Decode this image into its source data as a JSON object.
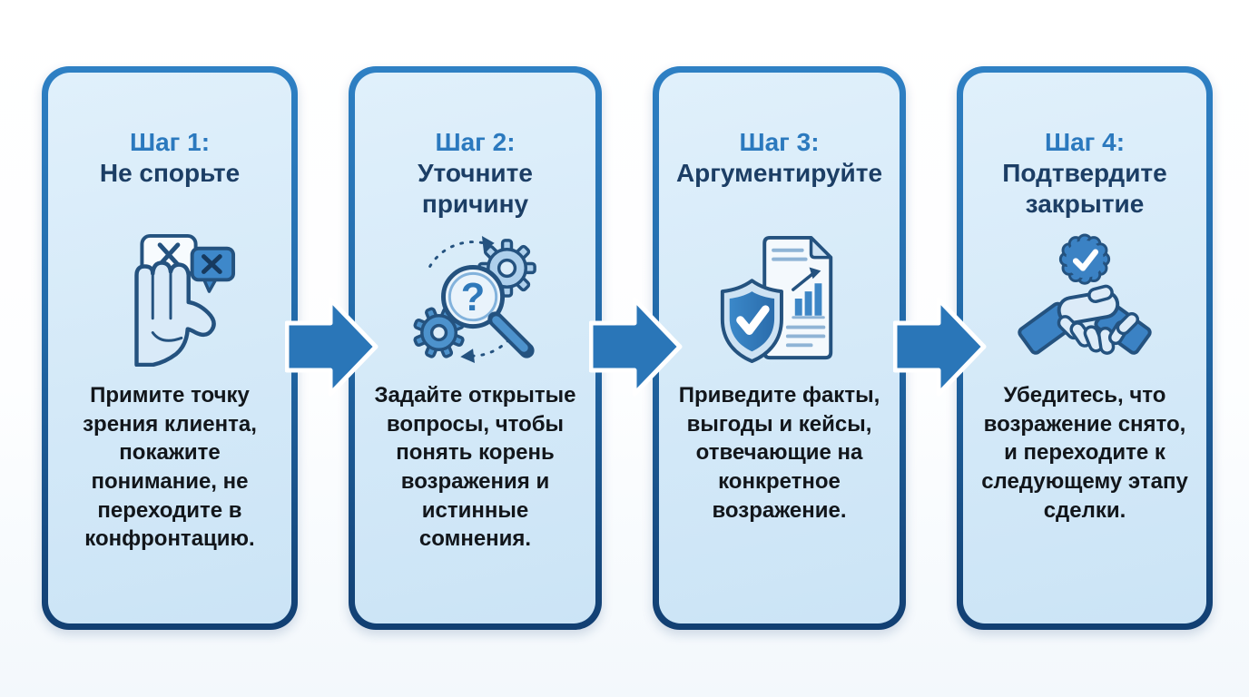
{
  "infographic": {
    "steps": [
      {
        "label": "Шаг 1:",
        "title": "Не спорьте",
        "description": "Примите точку зрения клиента, покажите понимание, не переходите в конфронтацию.",
        "icon": "stop-hand-speech-bubbles-icon"
      },
      {
        "label": "Шаг 2:",
        "title": "Уточните причину",
        "description": "Задайте открытые вопросы, чтобы понять корень возражения и истинные сомнения.",
        "icon": "magnifier-question-gears-icon"
      },
      {
        "label": "Шаг 3:",
        "title": "Аргументируйте",
        "description": "Приведите факты, выгоды и кейсы, отвечающие на конкретное возражение.",
        "icon": "shield-check-document-chart-icon"
      },
      {
        "label": "Шаг 4:",
        "title": "Подтвердите закрытие",
        "description": "Убедитесь, что возражение снято, и переходите к следующему этапу сделки.",
        "icon": "handshake-badge-check-icon"
      }
    ],
    "connector_icon": "right-arrow-icon",
    "colors": {
      "step_label": "#2b79be",
      "step_title": "#1c3e65",
      "body_text": "#12161b",
      "card_fill": "#d4e9f8",
      "card_border_top": "#2e80c4",
      "card_border_bottom": "#123f72",
      "arrow_fill": "#2a76b8",
      "arrow_outline": "#ffffff"
    }
  }
}
